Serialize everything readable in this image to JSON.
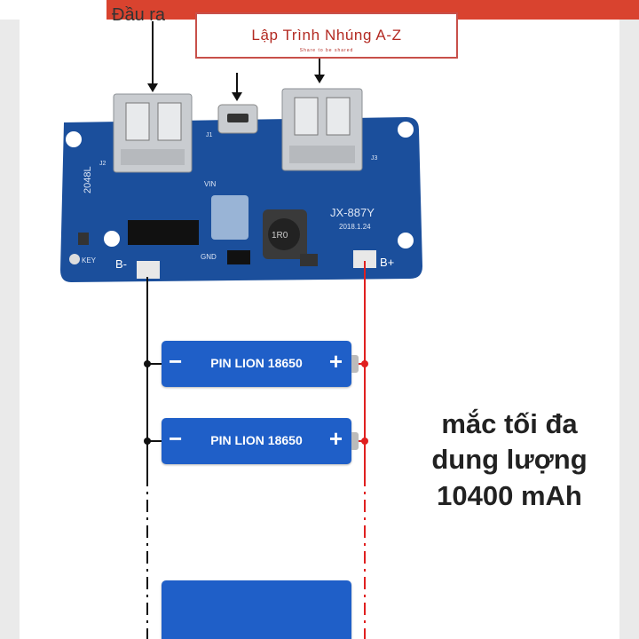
{
  "watermark": {
    "title": "Lập Trình Nhúng A-Z",
    "subtitle": "Share to be shared"
  },
  "labels": {
    "output": "Đầu ra",
    "b_minus": "B-",
    "b_plus": "B+",
    "model": "JX-887Y",
    "date": "2018.1.24",
    "inductor": "1R0",
    "key": "KEY",
    "gnd": "GND",
    "vin": "VIN",
    "j1": "J1",
    "j2": "J2",
    "j3": "J3",
    "board_code": "2048L"
  },
  "batteries": [
    {
      "label": "PIN LION 18650",
      "negative": "−",
      "positive": "+"
    },
    {
      "label": "PIN LION 18650",
      "negative": "−",
      "positive": "+"
    }
  ],
  "capacity_note": {
    "line1": "mắc tối đa",
    "line2": "dung lượng",
    "line3": "10400 mAh"
  },
  "colors": {
    "board": "#1b4f9c",
    "battery": "#1f5fc8",
    "positive_wire": "#e02020",
    "negative_wire": "#111111",
    "watermark": "#b32a22"
  }
}
